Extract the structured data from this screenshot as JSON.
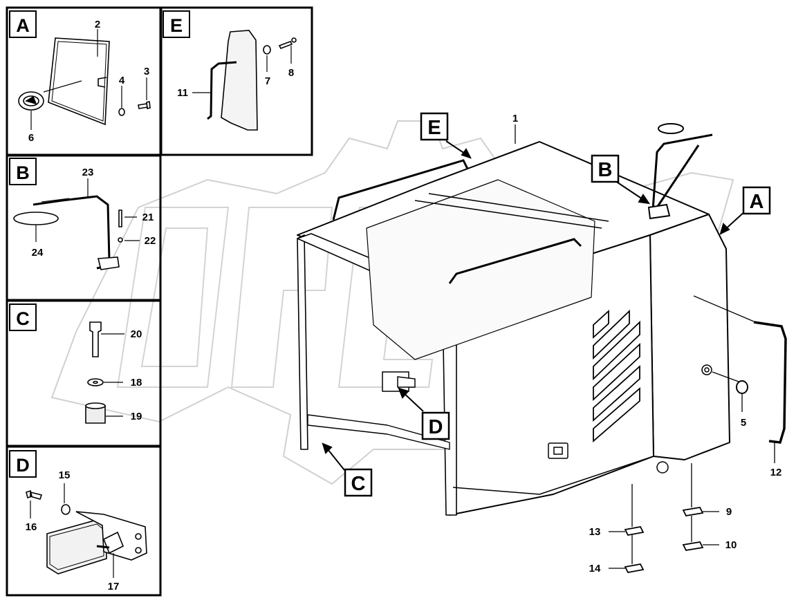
{
  "panels": [
    {
      "letter": "A",
      "items": [
        "2",
        "3",
        "4",
        "6"
      ]
    },
    {
      "letter": "B",
      "items": [
        "21",
        "22",
        "23",
        "24"
      ]
    },
    {
      "letter": "C",
      "items": [
        "18",
        "19",
        "20"
      ]
    },
    {
      "letter": "D",
      "items": [
        "15",
        "16",
        "17"
      ]
    },
    {
      "letter": "E",
      "items": [
        "7",
        "8",
        "11"
      ]
    }
  ],
  "main_callouts": [
    "A",
    "B",
    "C",
    "D",
    "E"
  ],
  "main_items": [
    "1",
    "5",
    "9",
    "10",
    "12",
    "13",
    "14"
  ],
  "watermark": "OPEX"
}
